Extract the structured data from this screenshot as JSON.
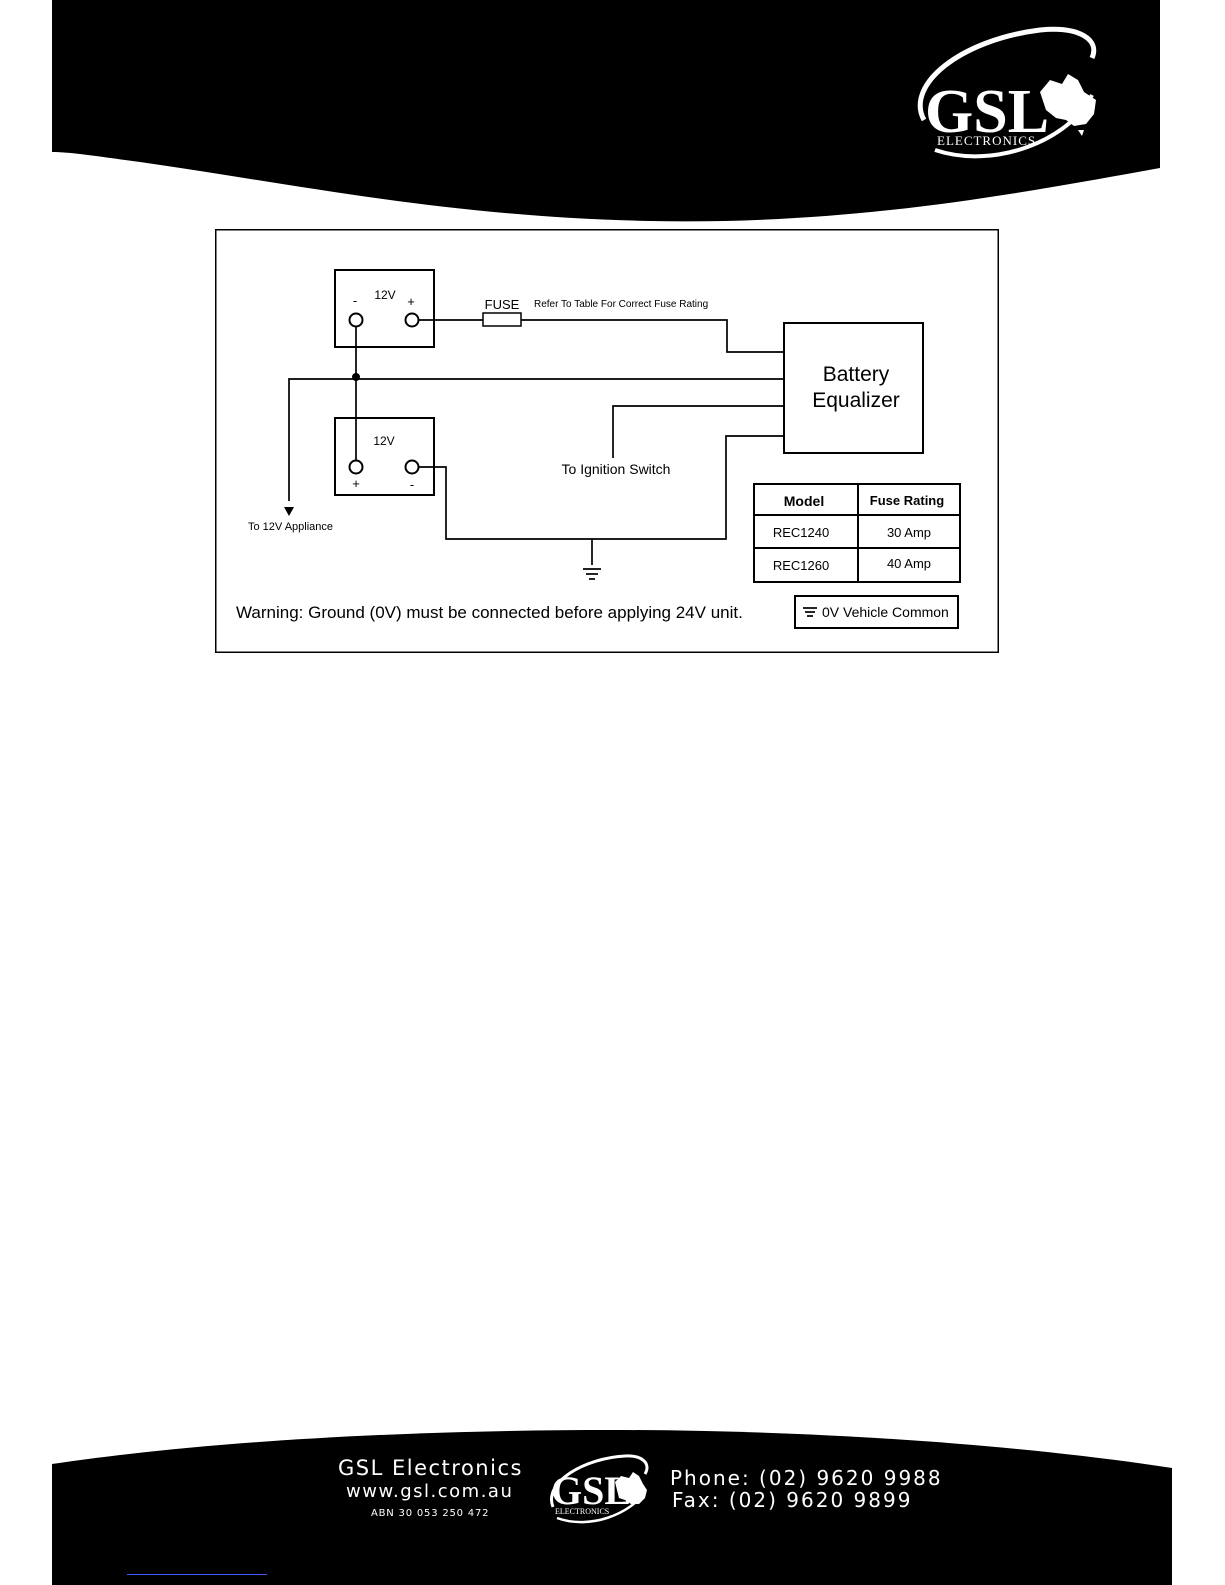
{
  "header": {
    "logo": {
      "brand": "GSL",
      "tagline": "ELECTRONICS",
      "icon": "australia-map-icon"
    }
  },
  "diagram": {
    "battery_top": {
      "voltage": "12V",
      "left_terminal": "-",
      "right_terminal": "+"
    },
    "battery_bottom": {
      "voltage": "12V",
      "left_terminal": "+",
      "right_terminal": "-"
    },
    "fuse_label": "FUSE",
    "fuse_note": "Refer To Table For Correct Fuse Rating",
    "equalizer_line1": "Battery",
    "equalizer_line2": "Equalizer",
    "ignition_label": "To Ignition Switch",
    "appliance_label": "To 12V Appliance",
    "warning": "Warning: Ground (0V) must be connected before applying 24V unit.",
    "legend": "0V Vehicle Common",
    "fuse_table": {
      "headers": [
        "Model",
        "Fuse Rating"
      ],
      "rows": [
        [
          "REC1240",
          "30 Amp"
        ],
        [
          "REC1260",
          "40 Amp"
        ]
      ]
    }
  },
  "footer": {
    "company": "GSL Electronics",
    "website": "www.gsl.com.au",
    "abn": "ABN 30 053 250 472",
    "phone": "Phone: (02) 9620 9988",
    "fax": "Fax: (02) 9620 9899",
    "logo_brand": "GSL",
    "logo_tagline": "ELECTRONICS"
  },
  "colors": {
    "band": "#000000",
    "ink": "#000000",
    "link": "#3a56ff"
  }
}
